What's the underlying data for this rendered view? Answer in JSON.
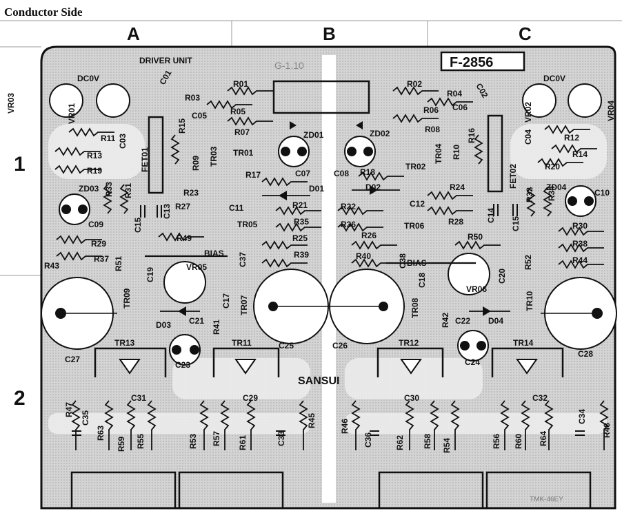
{
  "header": {
    "title": "Conductor Side"
  },
  "columns": [
    "A",
    "B",
    "C"
  ],
  "rows": [
    "1",
    "2"
  ],
  "board": {
    "unit_label": "DRIVER UNIT",
    "part_no": "F-2856",
    "brand": "SANSUI",
    "handwritten_top": "G-1.10",
    "corner_code": "TMK-46EY",
    "bias_label": "BIAS",
    "dcov_label": "DC0V"
  },
  "components": [
    {
      "id": "VR03"
    },
    {
      "id": "VR01"
    },
    {
      "id": "VR02"
    },
    {
      "id": "VR04"
    },
    {
      "id": "VR05"
    },
    {
      "id": "VR06"
    },
    {
      "id": "R01"
    },
    {
      "id": "R02"
    },
    {
      "id": "R03"
    },
    {
      "id": "R04"
    },
    {
      "id": "R05"
    },
    {
      "id": "R06"
    },
    {
      "id": "R07"
    },
    {
      "id": "R08"
    },
    {
      "id": "R09"
    },
    {
      "id": "R10"
    },
    {
      "id": "R11"
    },
    {
      "id": "R12"
    },
    {
      "id": "R13"
    },
    {
      "id": "R14"
    },
    {
      "id": "R15"
    },
    {
      "id": "R16"
    },
    {
      "id": "R17"
    },
    {
      "id": "R18"
    },
    {
      "id": "R19"
    },
    {
      "id": "R20"
    },
    {
      "id": "R21"
    },
    {
      "id": "R22"
    },
    {
      "id": "R23"
    },
    {
      "id": "R24"
    },
    {
      "id": "R25"
    },
    {
      "id": "R26"
    },
    {
      "id": "R27"
    },
    {
      "id": "R28"
    },
    {
      "id": "R29"
    },
    {
      "id": "R30"
    },
    {
      "id": "R31"
    },
    {
      "id": "R32"
    },
    {
      "id": "R33"
    },
    {
      "id": "R34"
    },
    {
      "id": "R35"
    },
    {
      "id": "R36"
    },
    {
      "id": "R37"
    },
    {
      "id": "R38"
    },
    {
      "id": "R39"
    },
    {
      "id": "R40"
    },
    {
      "id": "R41"
    },
    {
      "id": "R42"
    },
    {
      "id": "R43"
    },
    {
      "id": "R44"
    },
    {
      "id": "R45"
    },
    {
      "id": "R46"
    },
    {
      "id": "R47"
    },
    {
      "id": "R48"
    },
    {
      "id": "R49"
    },
    {
      "id": "R50"
    },
    {
      "id": "R51"
    },
    {
      "id": "R52"
    },
    {
      "id": "R53"
    },
    {
      "id": "R54"
    },
    {
      "id": "R55"
    },
    {
      "id": "R56"
    },
    {
      "id": "R57"
    },
    {
      "id": "R58"
    },
    {
      "id": "R59"
    },
    {
      "id": "R60"
    },
    {
      "id": "R61"
    },
    {
      "id": "R62"
    },
    {
      "id": "R63"
    },
    {
      "id": "R64"
    },
    {
      "id": "C01"
    },
    {
      "id": "C02"
    },
    {
      "id": "C03"
    },
    {
      "id": "C04"
    },
    {
      "id": "C05"
    },
    {
      "id": "C06"
    },
    {
      "id": "C07"
    },
    {
      "id": "C08"
    },
    {
      "id": "C09"
    },
    {
      "id": "C10"
    },
    {
      "id": "C11"
    },
    {
      "id": "C12"
    },
    {
      "id": "C13"
    },
    {
      "id": "C14"
    },
    {
      "id": "C15"
    },
    {
      "id": "C15"
    },
    {
      "id": "C17"
    },
    {
      "id": "C18"
    },
    {
      "id": "C19"
    },
    {
      "id": "C20"
    },
    {
      "id": "C21"
    },
    {
      "id": "C22"
    },
    {
      "id": "C23"
    },
    {
      "id": "C24"
    },
    {
      "id": "C25"
    },
    {
      "id": "C26"
    },
    {
      "id": "C27"
    },
    {
      "id": "C28"
    },
    {
      "id": "C29"
    },
    {
      "id": "C30"
    },
    {
      "id": "C31"
    },
    {
      "id": "C32"
    },
    {
      "id": "C33"
    },
    {
      "id": "C34"
    },
    {
      "id": "C35"
    },
    {
      "id": "C36"
    },
    {
      "id": "C37"
    },
    {
      "id": "C38"
    },
    {
      "id": "ZD01"
    },
    {
      "id": "ZD02"
    },
    {
      "id": "ZD03"
    },
    {
      "id": "ZD04"
    },
    {
      "id": "D01"
    },
    {
      "id": "D02"
    },
    {
      "id": "D03"
    },
    {
      "id": "D04"
    },
    {
      "id": "TR01"
    },
    {
      "id": "TR02"
    },
    {
      "id": "TR03"
    },
    {
      "id": "TR04"
    },
    {
      "id": "TR05"
    },
    {
      "id": "TR06"
    },
    {
      "id": "TR07"
    },
    {
      "id": "TR08"
    },
    {
      "id": "TR09"
    },
    {
      "id": "TR10"
    },
    {
      "id": "TR11"
    },
    {
      "id": "TR12"
    },
    {
      "id": "TR13"
    },
    {
      "id": "TR14"
    },
    {
      "id": "FET01"
    },
    {
      "id": "FET02"
    }
  ]
}
